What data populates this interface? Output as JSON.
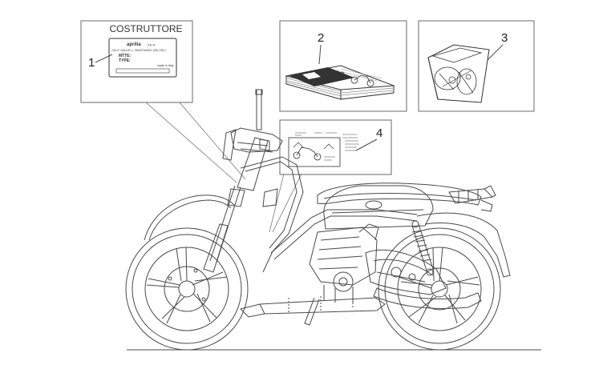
{
  "panel1": {
    "title": "COSTRUTTORE",
    "callout": "1",
    "plate": {
      "brand": "aprilia",
      "brand_suffix": "s.p.a.",
      "address": "Via G. GALILEI 1, 30033 NOALE (VE) ITALY",
      "mtte": "MTTE:",
      "type": "TYPE:",
      "made_in": "made in Italy"
    }
  },
  "panel2": {
    "callout": "2"
  },
  "panel3": {
    "callout": "3"
  },
  "panel4": {
    "callout": "4"
  },
  "colors": {
    "line": "#4a4a4a",
    "box": "#6a6a6a"
  }
}
